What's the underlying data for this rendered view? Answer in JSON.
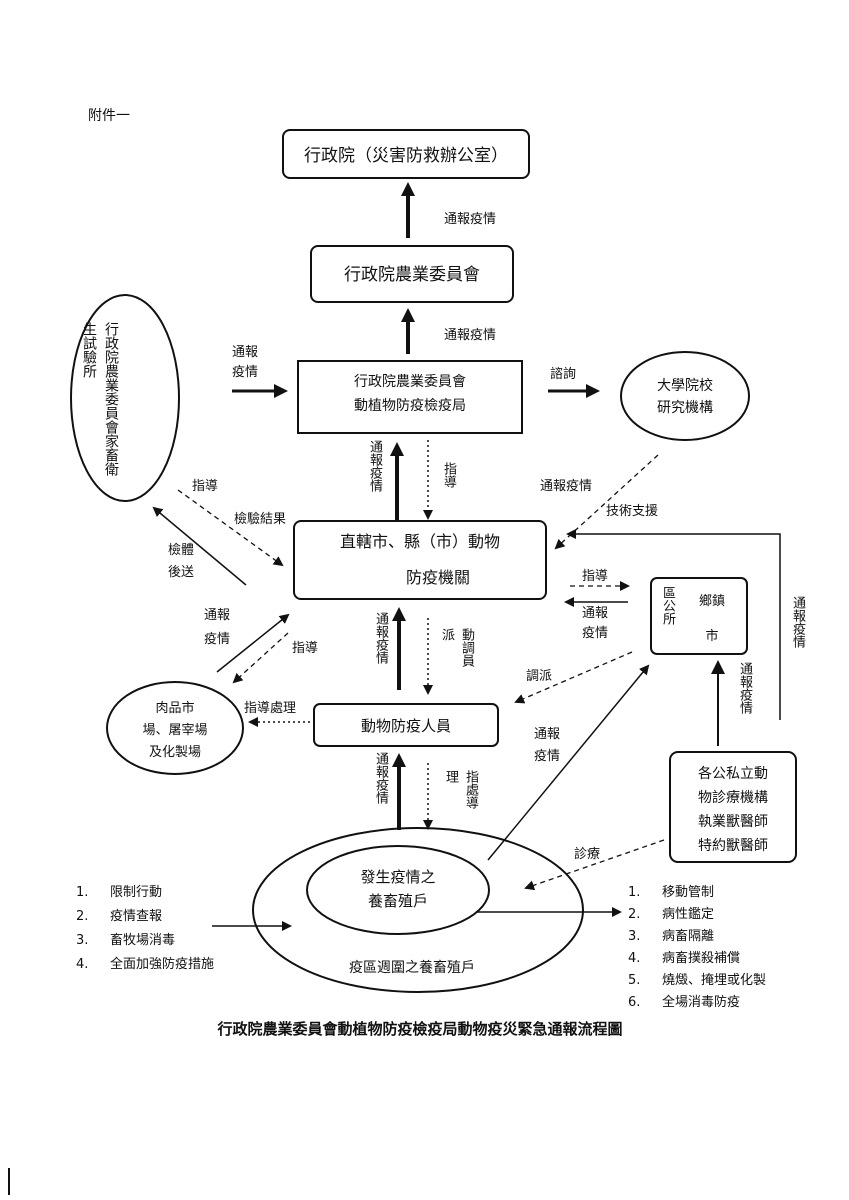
{
  "header": {
    "attachment_label": "附件一"
  },
  "nodes": {
    "executive_yuan": "行政院（災害防救辦公室）",
    "coa": "行政院農業委員會",
    "baphiq_line1": "行政院農業委員會",
    "baphiq_line2": "動植物防疫檢疫局",
    "livestock_research": "行政院農業委員會家畜衛生試驗所",
    "university_line1": "大學院校",
    "university_line2": "研究機構",
    "local_agency_line1": "直轄市、縣（市）動物",
    "local_agency_line2": "防疫機關",
    "township_line1": "鄉鎮",
    "township_line2": "市",
    "township_side": "區公所",
    "slaughter_line1": "肉品市",
    "slaughter_line2": "場、屠宰場",
    "slaughter_line3": "及化製場",
    "personnel": "動物防疫人員",
    "clinics_line1": "各公私立動",
    "clinics_line2": "物診療機構",
    "clinics_line3": "執業獸醫師",
    "clinics_line4": "特約獸醫師",
    "farm_line1": "發生疫情之",
    "farm_line2": "養畜殖戶",
    "surrounding_farms": "疫區週圍之養畜殖戶"
  },
  "edge_labels": {
    "report_1": "通報疫情",
    "report_2": "通報疫情",
    "report_left": "通報疫情",
    "consult": "諮詢",
    "report_to_bureau": "通報疫情",
    "guide_down": "指導",
    "guide_left": "指導",
    "test_result": "檢驗結果",
    "sample_send": "檢體後送",
    "report_univ": "通報疫情",
    "tech_support": "技術支援",
    "guide_township": "指導",
    "report_township": "通報疫情",
    "report_slaughter": "通報疫情",
    "guide_slaughter": "指導",
    "report_to_agency": "通報疫情",
    "dispatch": "動調員派",
    "dispatch_township": "調派",
    "guide_handle": "指導處理",
    "report_personnel": "通報疫情",
    "guide_process": "指處導理",
    "report_farm": "通報疫情",
    "report_clinic_right": "通報疫情",
    "report_clinic": "通報疫情",
    "diagnose": "診療"
  },
  "left_measures": [
    "限制行動",
    "疫情查報",
    "畜牧場消毒",
    "全面加強防疫措施"
  ],
  "right_measures": [
    "移動管制",
    "病性鑑定",
    "病畜隔離",
    "病畜撲殺補償",
    "燒燬、掩埋或化製",
    "全場消毒防疫"
  ],
  "footer": {
    "title": "行政院農業委員會動植物防疫檢疫局動物疫災緊急通報流程圖"
  }
}
